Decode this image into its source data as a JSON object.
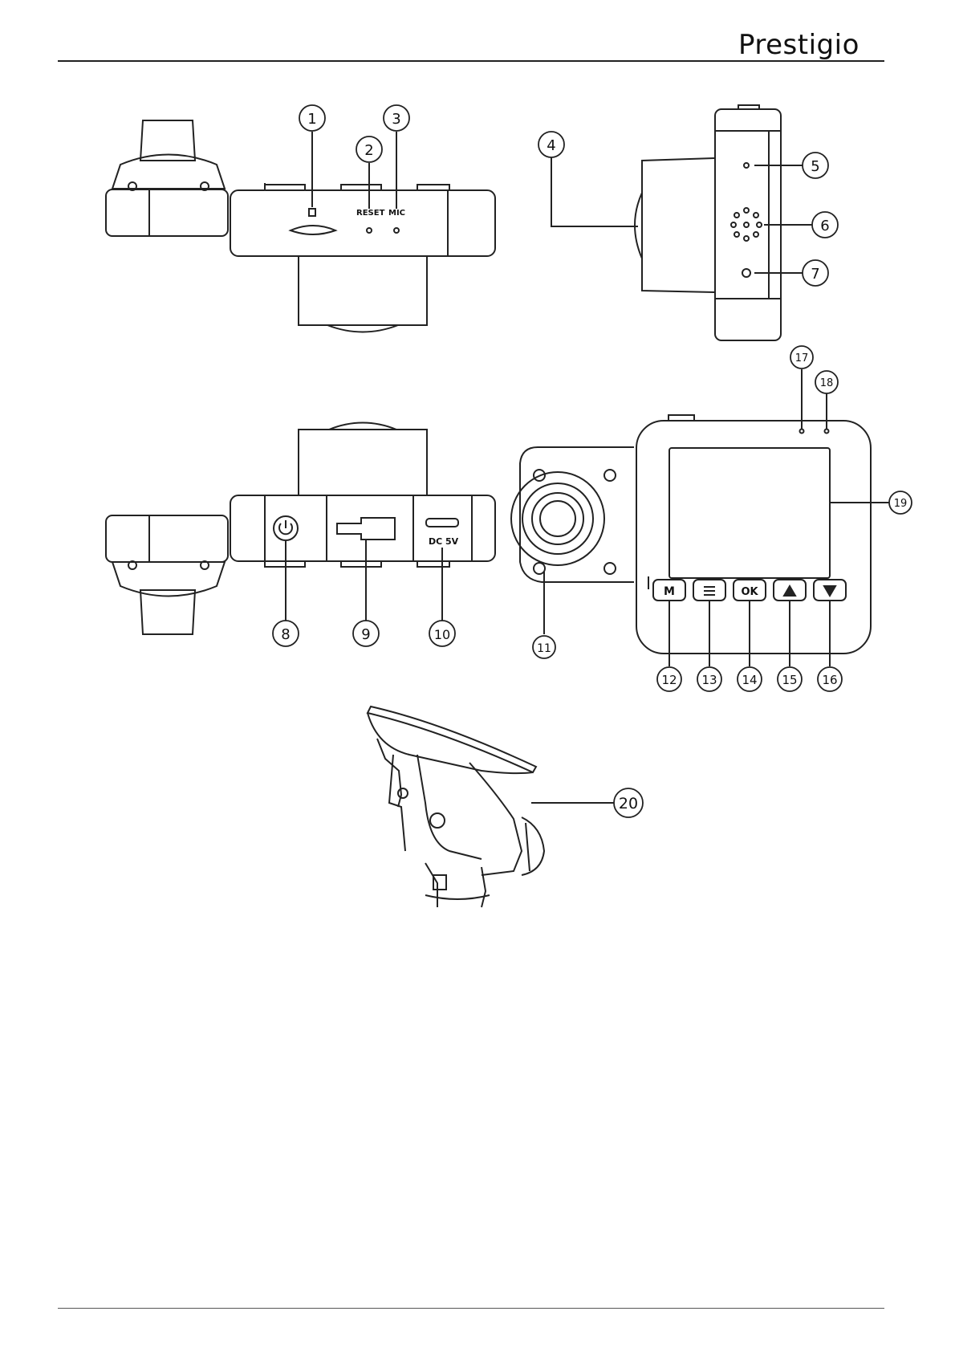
{
  "header": {
    "brand": "Prestigio"
  },
  "diagram": {
    "labels": {
      "reset": "RESET",
      "mic": "MIC",
      "dc": "DC",
      "volt": "5V",
      "btn_m": "M",
      "btn_ok": "OK"
    },
    "callouts": [
      "1",
      "2",
      "3",
      "4",
      "5",
      "6",
      "7",
      "8",
      "9",
      "10",
      "11",
      "12",
      "13",
      "14",
      "15",
      "16",
      "17",
      "18",
      "19",
      "20"
    ]
  },
  "colors": {
    "line": "#222222",
    "background": "#ffffff"
  }
}
